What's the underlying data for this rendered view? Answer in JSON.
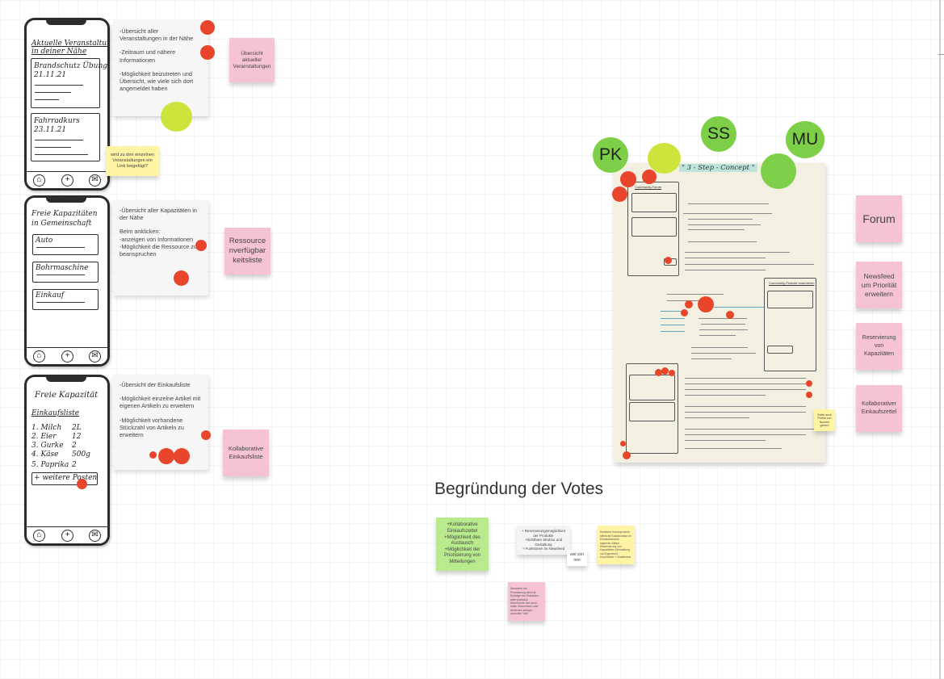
{
  "phones": [
    {
      "title": "Aktuelle Veranstaltungen",
      "subtitle": "in deiner Nähe",
      "items": [
        {
          "name": "Brandschutz Übung",
          "date": "21.11.21"
        },
        {
          "name": "Fahrradkurs",
          "date": "23.11.21"
        }
      ]
    },
    {
      "title": "Freie Kapazitäten",
      "subtitle": "in Gemeinschaft",
      "items": [
        {
          "name": "Auto"
        },
        {
          "name": "Bohrmaschine"
        },
        {
          "name": "Einkauf"
        }
      ]
    },
    {
      "title": "Freie Kapazität",
      "subtitle": "Einkaufsliste",
      "items": [
        {
          "name": "1. Milch",
          "qty": "2L"
        },
        {
          "name": "2. Eier",
          "qty": "12"
        },
        {
          "name": "3. Gurke",
          "qty": "2"
        },
        {
          "name": "4. Käse",
          "qty": "500g"
        },
        {
          "name": "5. Paprika",
          "qty": "2"
        }
      ],
      "add_label": "+ weitere Posten"
    }
  ],
  "cards": {
    "card1": [
      "-Übersicht aller Veranstaltungen in der Nähe",
      "-Zeitraum und nähere Informationen",
      "-Möglichkeit beizutreten und Übersicht, wie viele sich dort angemeldet haben"
    ],
    "card2": [
      "-Übersicht aller Kapazitäten in der Nähe",
      "Beim anklicken:\n-anzeigen von Informationen\n-Möglichkeit die Ressource zu beanspruchen"
    ],
    "card3": [
      "-Übersicht der Einkaufsliste",
      "-Möglichkeit einzelne Artikel mit eigenen Artikeln zu erweitern",
      "-Möglichkeit vorhandene Stückzahl von Artikeln zu erweitern"
    ]
  },
  "stickies": {
    "uebersicht": "Übersicht aktueller Veranstaltungen",
    "frage": "wird zu den einzelnen Veranstaltungen ein Link beigefügt?",
    "ressource": "Ressourcenverfügbarkeitsliste",
    "kollab_liste": "Kollaborative Einkaufsliste",
    "forum": "Forum",
    "newsfeed": "Newsfeed um Priorität erweitern",
    "reservierung": "Reservierung von Kapazitäten",
    "kollab_zettel": "Kollaborativer Einkaufszettel",
    "sketch_note": "Sollte auch Profile von Nutzern geben!"
  },
  "voters": {
    "pk": "PK",
    "ss": "SS",
    "mu": "MU"
  },
  "sketch": {
    "title": "\" 3 - Step - Concept \"",
    "label_forum": "Community-Forum",
    "label_reserve": "Community-Feature reservieren"
  },
  "votes": {
    "heading": "Begründung der Votes",
    "green_note": "+Kollaborative Einkaufszettel\n+Möglichkeit des Austausch\n+Möglichkeit der Priorisierung von Mitteilungen",
    "white_note": "+ Reservierungsmöglichkeit der Produkte\n+Sichtbare Struktur und Gestaltung\n+ Funktionen im Newsfeed",
    "white_small": "wel von mm",
    "yellow_note": "Kreatives Konzept durch hilfreiche Kollaboration im Einkaufsbereich\nlogischer Ablauf\nReservierung von Kapazitäten (Verwaltung von Eigentum)\nDurchdacht + erweiterbar",
    "pink_note": "Newsfeed mit Priorisierung sinnvoll\nEinträge von Einkäufen wäre praktisch\nMan könnte dort auch einen Stammtisch oder ähnliches anlegen\nsinnvoller Vote"
  },
  "colors": {
    "red_dot": "#e8452c",
    "lime_dot": "#cde43d",
    "voter_green": "#7ccf46",
    "sticky_pink": "#f6c3d6",
    "sticky_green": "#b9ea8e",
    "sticky_yellow": "#fff3a4"
  }
}
